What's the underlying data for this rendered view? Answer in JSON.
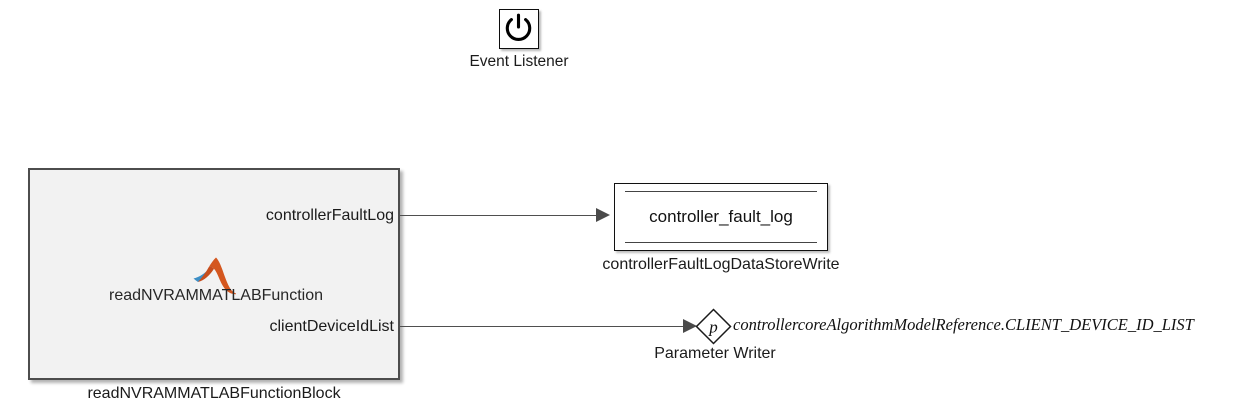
{
  "diagram": {
    "event_listener": {
      "icon": "power-icon",
      "label": "Event Listener"
    },
    "matlab_function": {
      "icon": "matlab-membrane-logo",
      "name": "readNVRAMMATLABFunction",
      "block_label": "readNVRAMMATLABFunctionBlock",
      "ports": [
        {
          "name": "controllerFaultLog"
        },
        {
          "name": "clientDeviceIdList"
        }
      ]
    },
    "data_store_write": {
      "store_name": "controller_fault_log",
      "block_label": "controllerFaultLogDataStoreWrite"
    },
    "parameter_writer": {
      "symbol": "p",
      "target": "controllercoreAlgorithmModelReference.CLIENT_DEVICE_ID_LIST",
      "block_label": "Parameter Writer"
    },
    "colors": {
      "canvas_background": "#ffffff",
      "block_fill": "#f2f2f2",
      "block_border": "#4d4d4d",
      "white_block_fill": "#ffffff",
      "white_block_border": "#111111",
      "signal_line": "#4f4f4f",
      "text": "#1b1b1b",
      "matlab_logo_orange": "#d4571f",
      "matlab_logo_blue": "#2f7ab5"
    }
  }
}
